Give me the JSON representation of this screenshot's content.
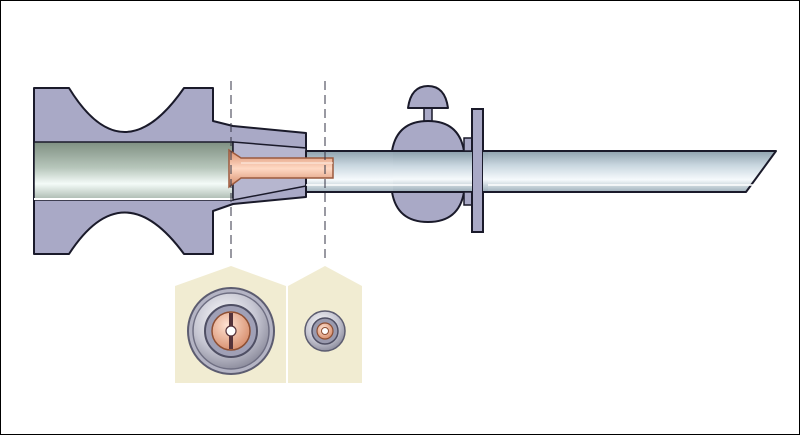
{
  "figure": {
    "title": "",
    "labels": []
  },
  "parts": [
    "pipe-bore",
    "reducer-bore",
    "copper-insert",
    "valve-body",
    "valve-handle",
    "flange-plate",
    "outlet-tube",
    "section-view-a",
    "section-view-b"
  ],
  "colors": {
    "metal": "#a9a9c6",
    "metal_dark": "#7d7d9d",
    "bore_dark": "#8e9e94",
    "bore_light": "#f2faf6",
    "tube_mid": "#c7d6df",
    "copper": "#f3b79a",
    "copper_dark": "#c87a58",
    "inset_bg": "#f1ecd2",
    "outline": "#1a1a2a"
  }
}
